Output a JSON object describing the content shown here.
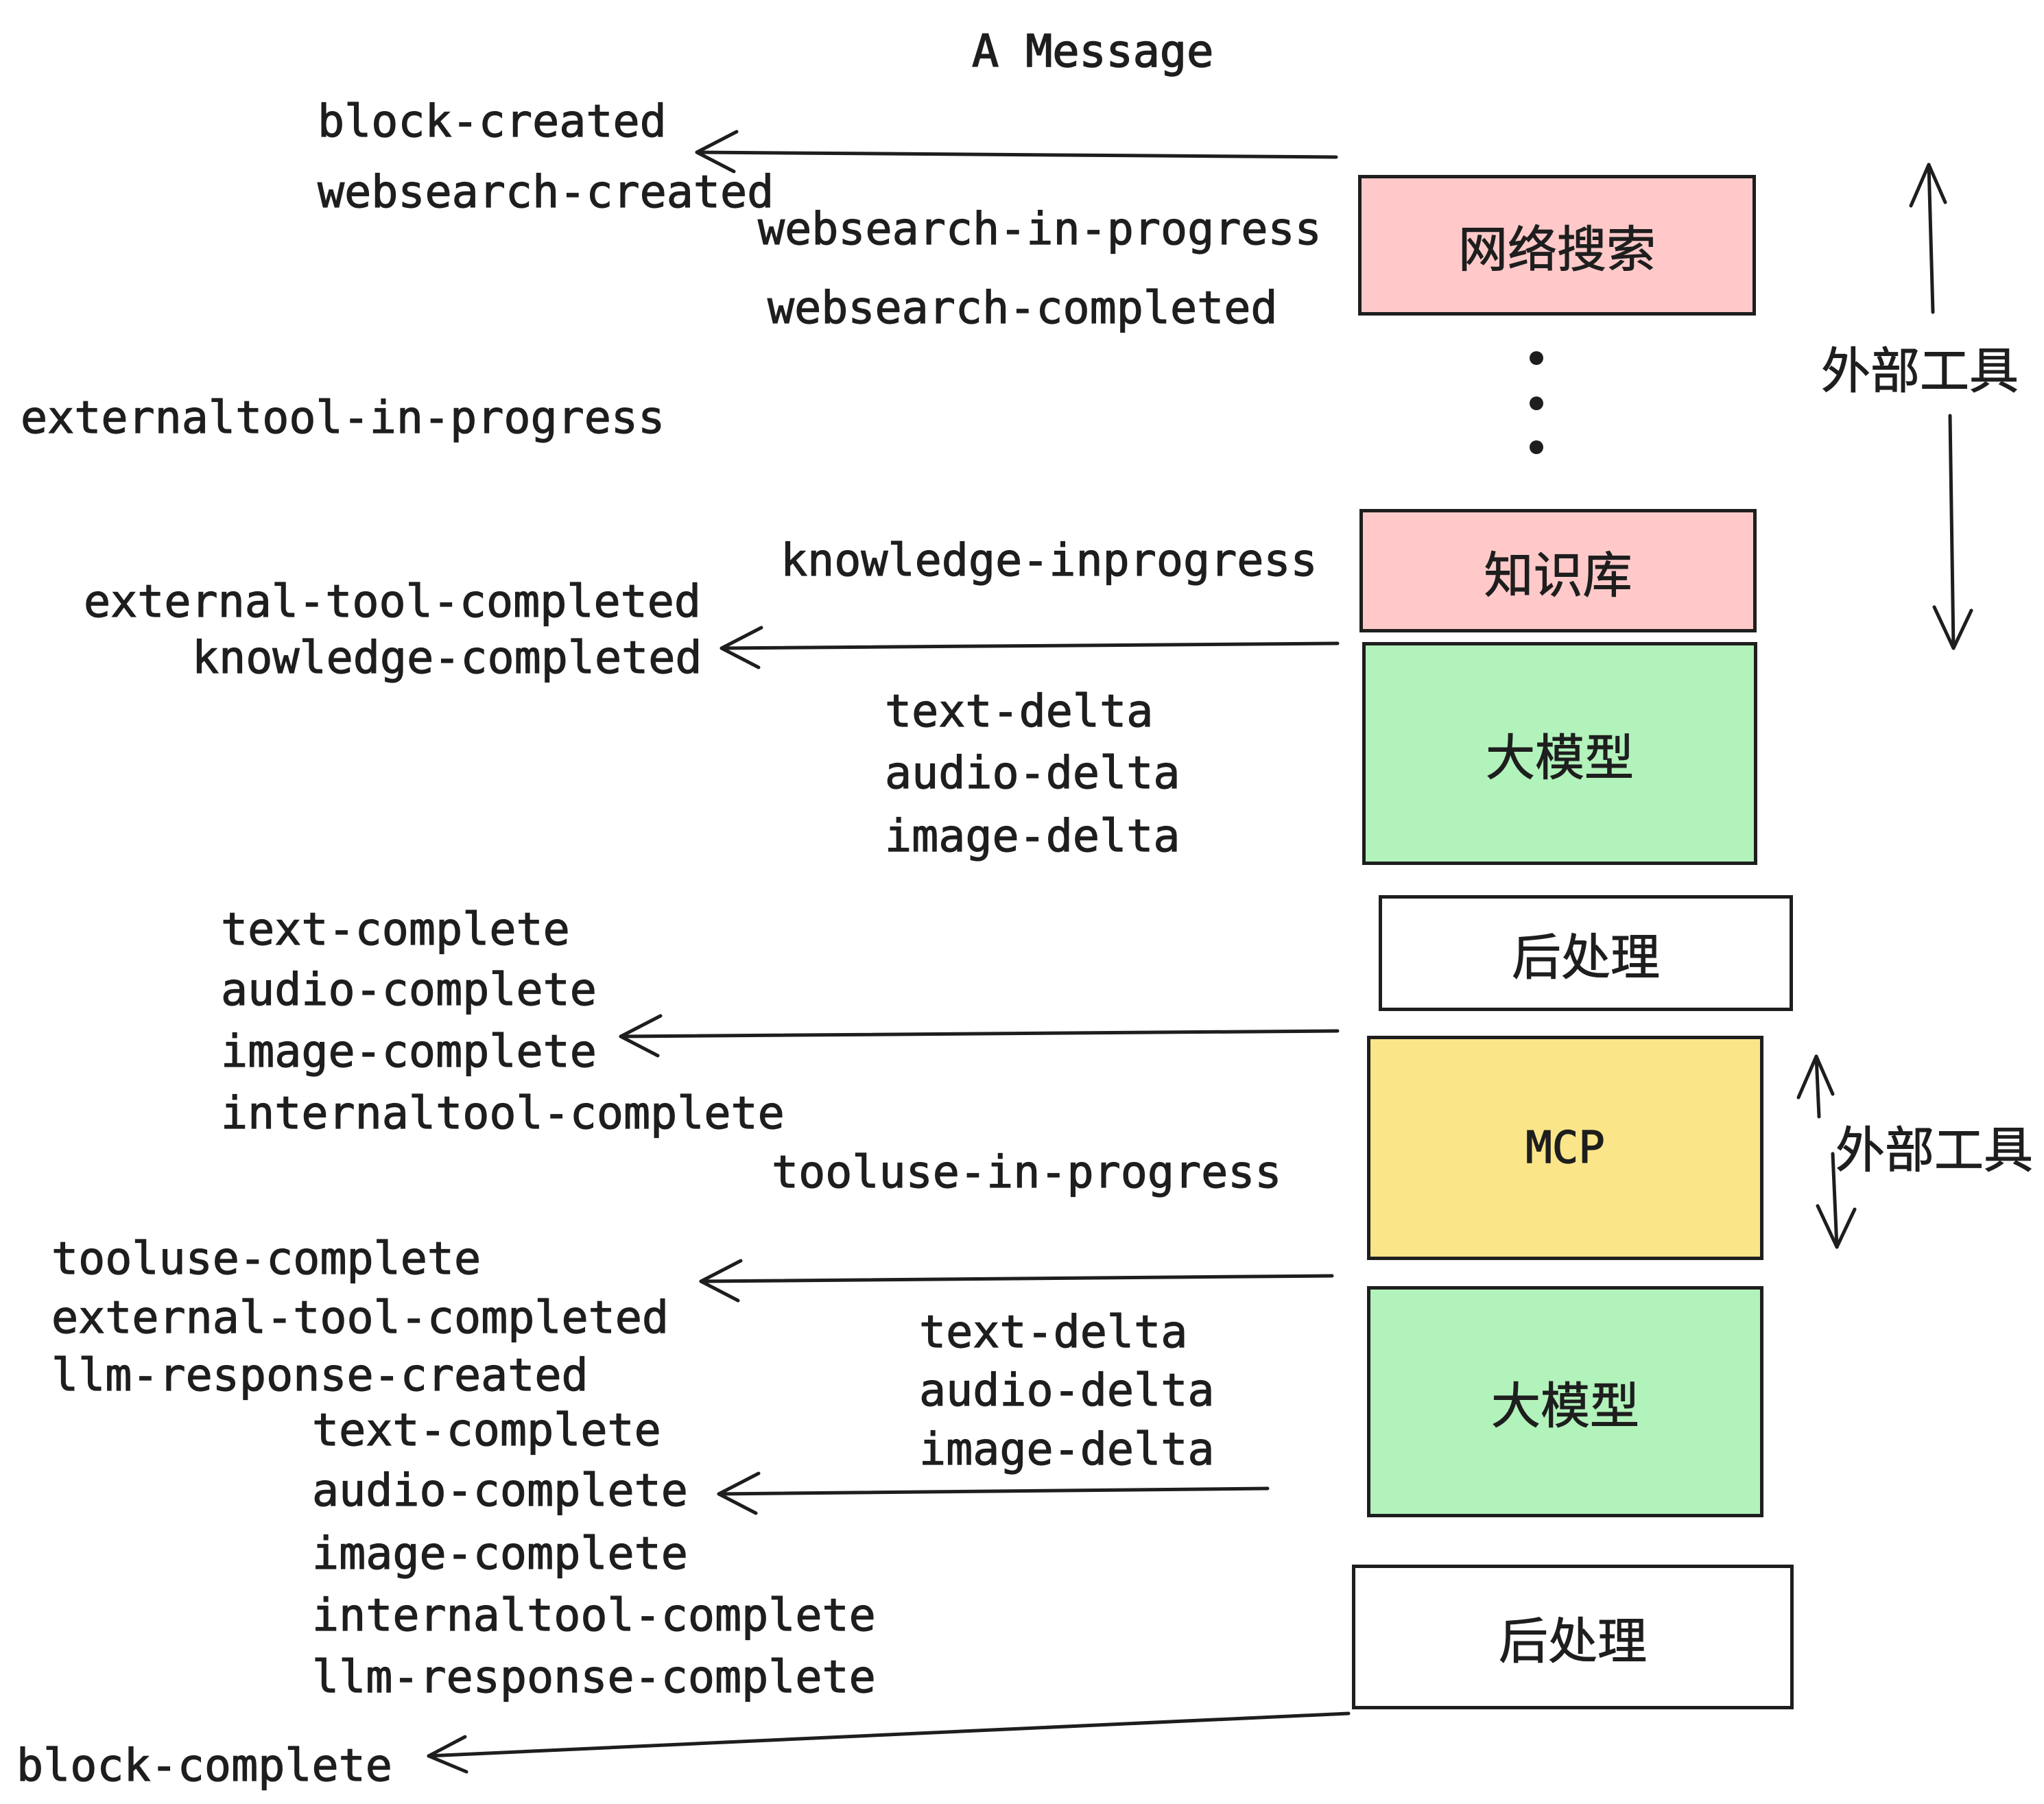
{
  "title": "A Message",
  "colors": {
    "ink": "#1e1e1e",
    "pink": "#ffc9c9",
    "green": "#b2f2bb",
    "yellow": "#fae588",
    "white": "#ffffff",
    "background": "#ffffff"
  },
  "boxes": [
    {
      "label": "网络搜索",
      "fill": "pink"
    },
    {
      "label": "知识库",
      "fill": "pink"
    },
    {
      "label": "大模型",
      "fill": "green"
    },
    {
      "label": "后处理",
      "fill": "white"
    },
    {
      "label": "MCP",
      "fill": "yellow"
    },
    {
      "label": "大模型",
      "fill": "green"
    },
    {
      "label": "后处理",
      "fill": "white"
    }
  ],
  "side_labels": [
    {
      "text": "外部工具"
    },
    {
      "text": "外部工具"
    }
  ],
  "events": [
    {
      "text": "block-created"
    },
    {
      "text": "websearch-created"
    },
    {
      "text": "websearch-in-progress"
    },
    {
      "text": "websearch-completed"
    },
    {
      "text": "externaltool-in-progress"
    },
    {
      "text": "knowledge-inprogress"
    },
    {
      "text": "external-tool-completed"
    },
    {
      "text": "knowledge-completed"
    },
    {
      "text": "text-delta"
    },
    {
      "text": "audio-delta"
    },
    {
      "text": "image-delta"
    },
    {
      "text": "text-complete"
    },
    {
      "text": "audio-complete"
    },
    {
      "text": "image-complete"
    },
    {
      "text": "internaltool-complete"
    },
    {
      "text": "tooluse-in-progress"
    },
    {
      "text": "tooluse-complete"
    },
    {
      "text": "external-tool-completed"
    },
    {
      "text": "llm-response-created"
    },
    {
      "text": "text-complete"
    },
    {
      "text": "audio-complete"
    },
    {
      "text": "image-complete"
    },
    {
      "text": "internaltool-complete"
    },
    {
      "text": "llm-response-complete"
    },
    {
      "text": "text-delta"
    },
    {
      "text": "audio-delta"
    },
    {
      "text": "image-delta"
    },
    {
      "text": "block-complete"
    }
  ]
}
